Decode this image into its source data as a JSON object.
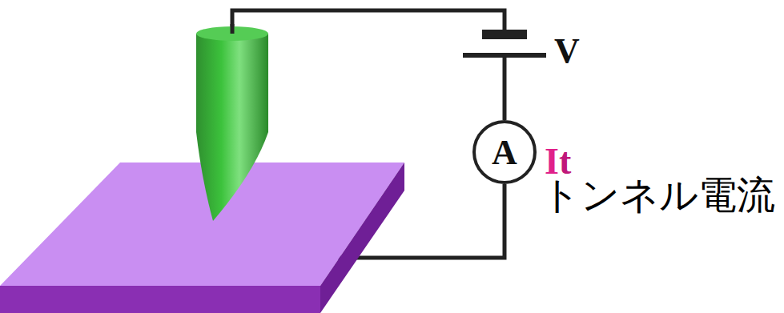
{
  "diagram": {
    "nodes": [
      {
        "text": [
          "A"
        ]
      }
    ],
    "labels": [
      "V",
      "It",
      "トンネル電流"
    ]
  }
}
